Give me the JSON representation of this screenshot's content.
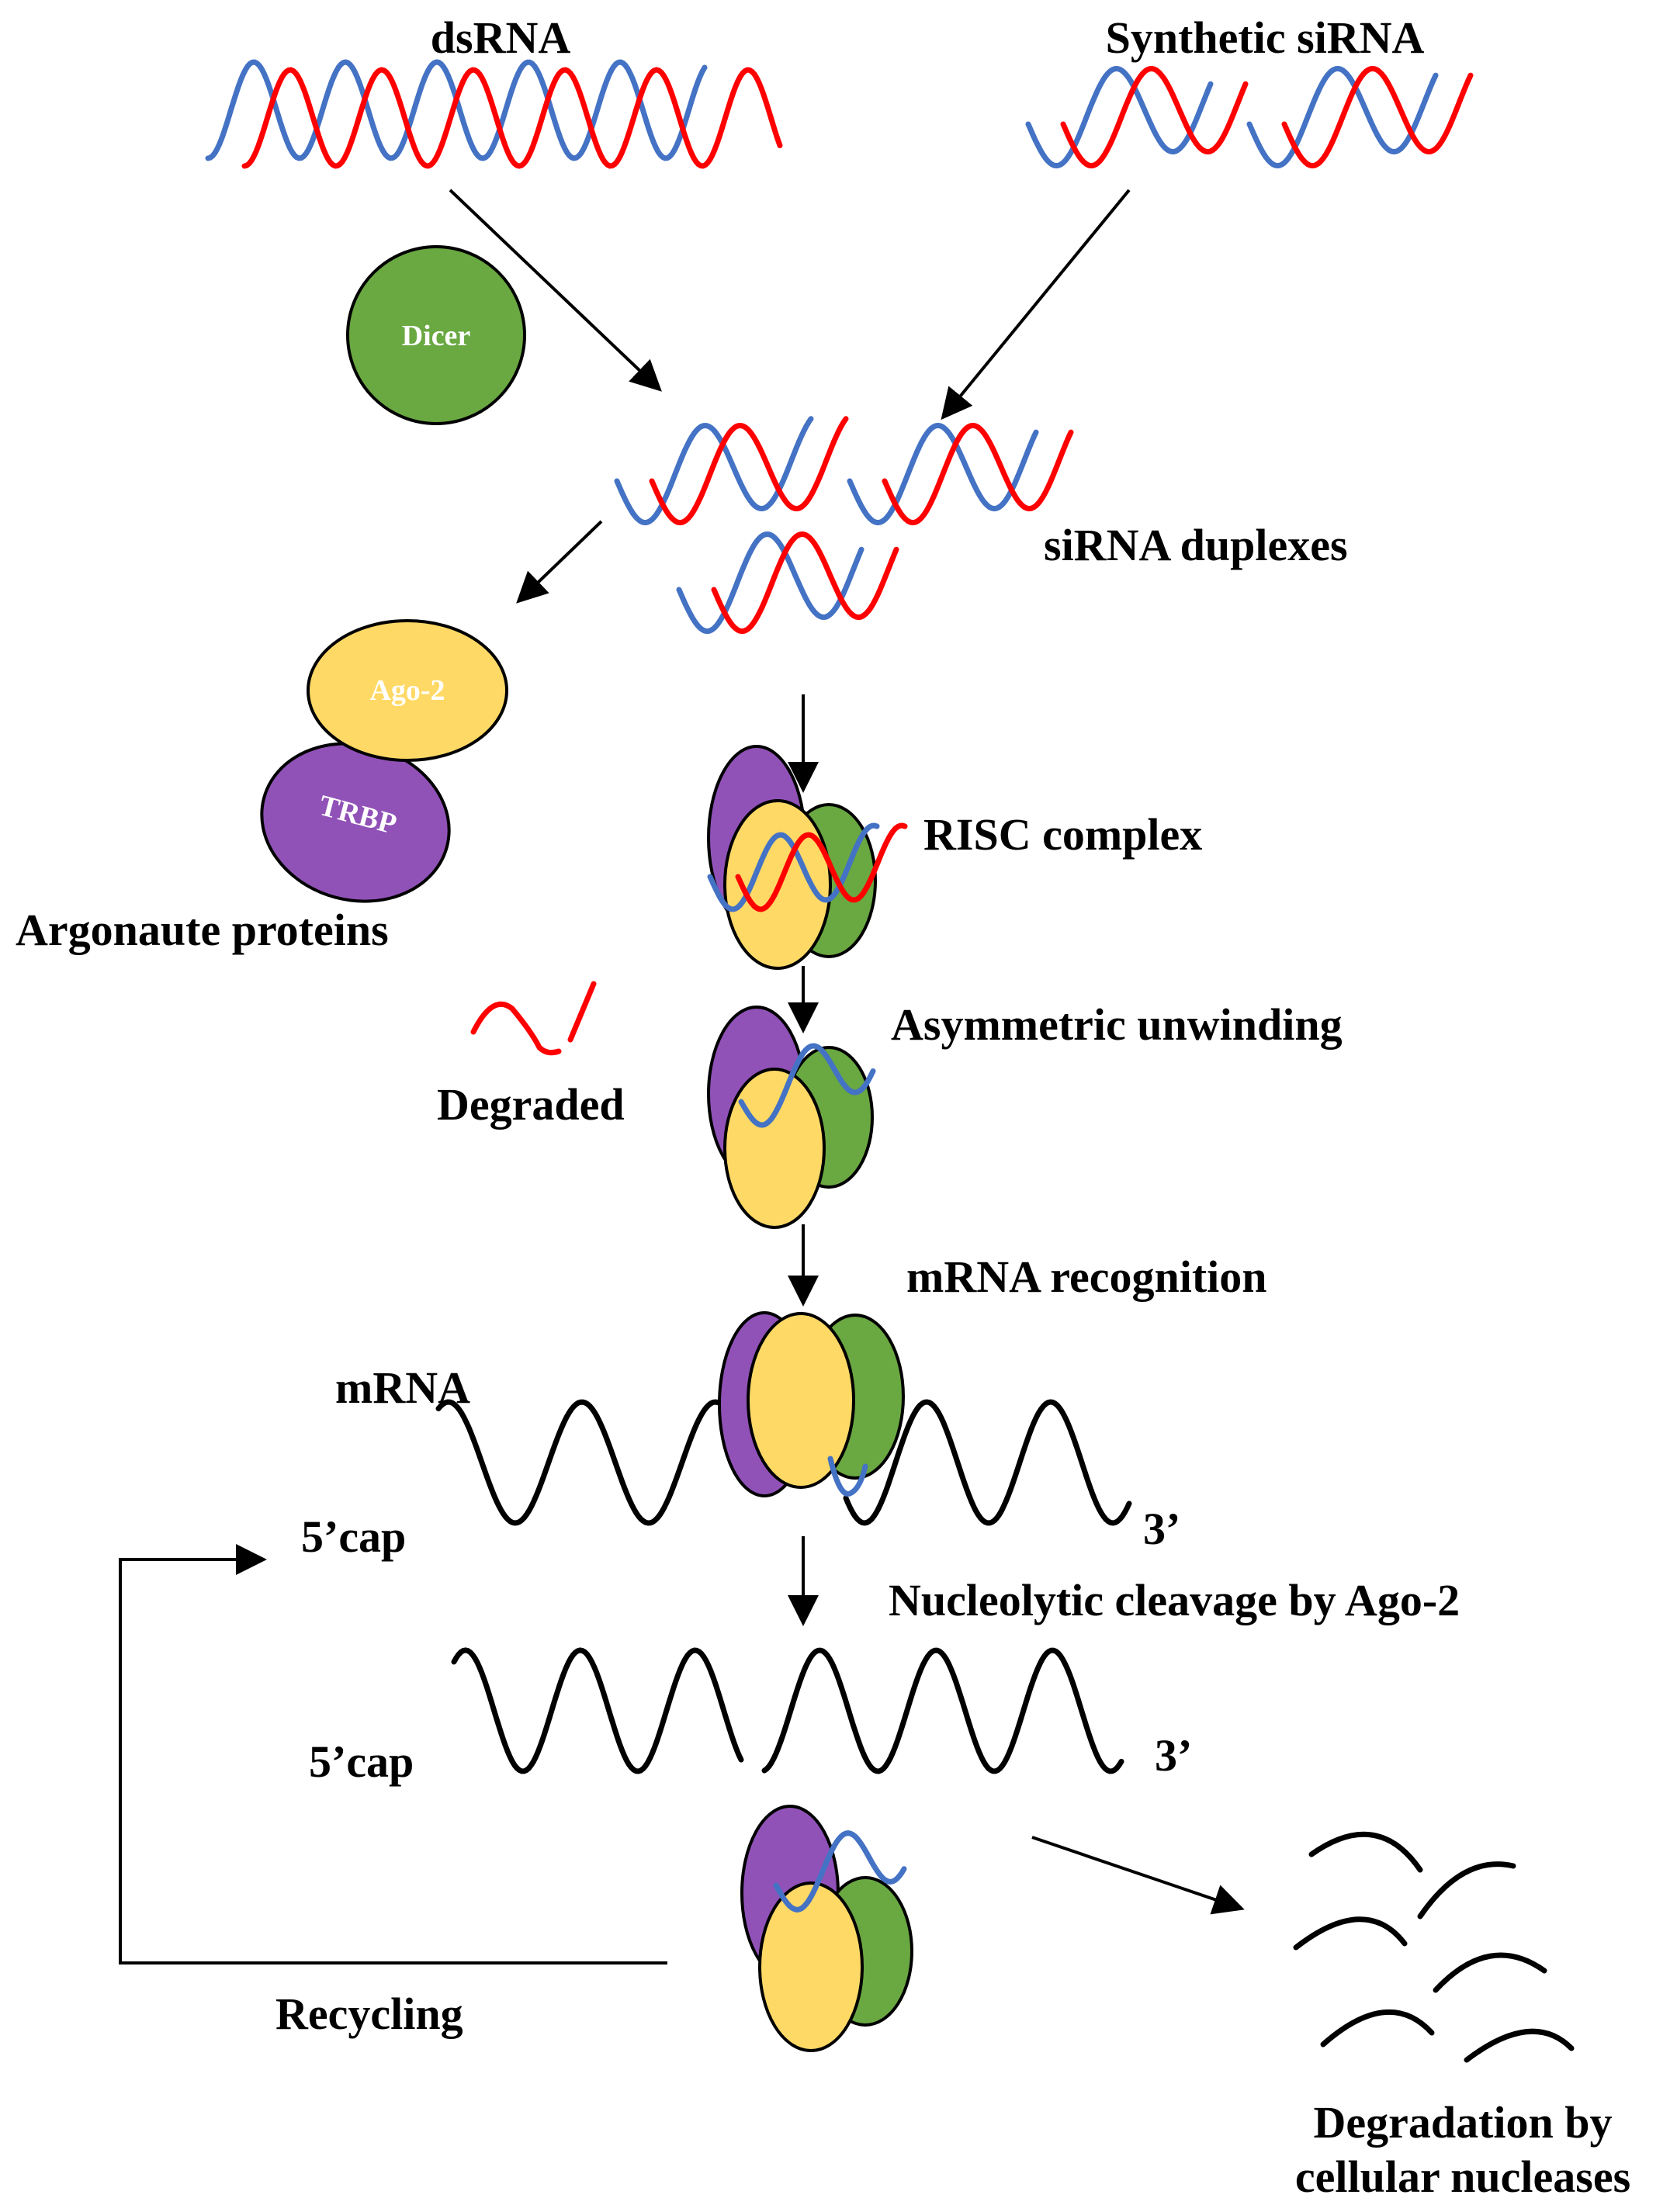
{
  "labels": {
    "dsrna": "dsRNA",
    "synthetic_sirna": "Synthetic siRNA",
    "dicer": "Dicer",
    "sirna_duplexes": "siRNA duplexes",
    "ago2": "Ago-2",
    "trbp": "TRBP",
    "argonaute": "Argonaute proteins",
    "risc": "RISC complex",
    "asymmetric": "Asymmetric unwinding",
    "degraded": "Degraded",
    "mrna_recognition": "mRNA recognition",
    "mrna": "mRNA",
    "cap1": "5’cap",
    "three1": "3’",
    "cleavage": "Nucleolytic cleavage by Ago-2",
    "cap2": "5’cap",
    "three2": "3’",
    "recycling": "Recycling",
    "degradation_line1": "Degradation by",
    "degradation_line2": "cellular nucleases"
  },
  "colors": {
    "guide_strand": "#4472C4",
    "passenger_strand": "#FF0000",
    "ago2": "#FFD966",
    "trbp": "#9152B8",
    "dicer": "#6AA842"
  }
}
